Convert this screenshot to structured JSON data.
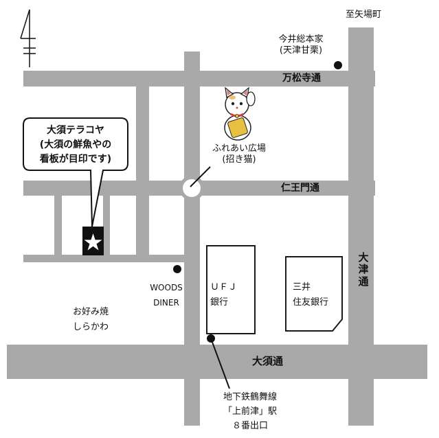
{
  "roads": {
    "top_label": "万松寺通",
    "middle_label": "仁王門通",
    "bottom_label": "大須通",
    "right_label_chars": [
      "大",
      "津",
      "通"
    ],
    "north_arrow_label": "至矢場町"
  },
  "callout": {
    "lines": [
      "大須テラコヤ",
      "(大須の鮮魚やの",
      "看板が目印です)"
    ]
  },
  "landmarks": {
    "imai": [
      "今井総本家",
      "(天津甘栗)"
    ],
    "plaza": [
      "ふれあい広場",
      "(招き猫)"
    ],
    "ufj": [
      "ＵＦＪ",
      "銀行"
    ],
    "mitsui": [
      "三井",
      "住友銀行"
    ],
    "woods": [
      "WOODS",
      "DINER"
    ],
    "okonomiyaki": [
      "お好み焼",
      "しらかわ"
    ],
    "station": [
      "地下鉄鶴舞線",
      "「上前津」駅",
      "８番出口"
    ]
  },
  "icons": {
    "star": "star-icon",
    "cat": "maneki-neko-icon",
    "north": "north-arrow-icon"
  },
  "colors": {
    "road": "#a9a9a9",
    "marker": "#111111"
  }
}
